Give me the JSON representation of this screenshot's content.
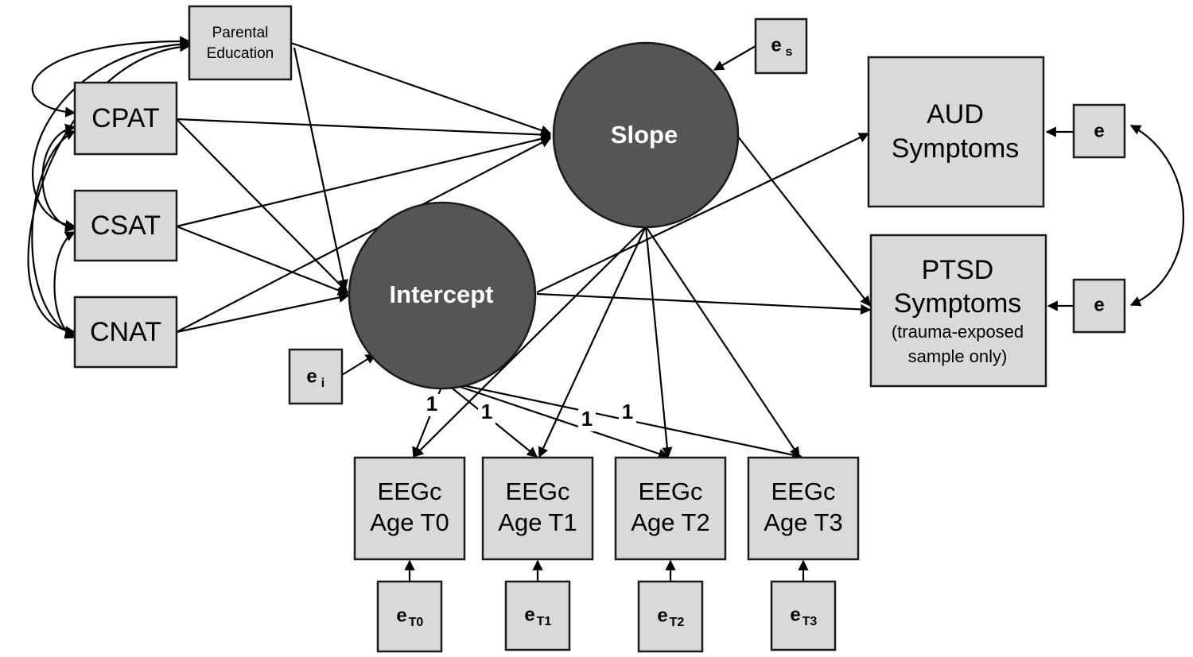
{
  "predictors": {
    "parental_education": [
      "Parental",
      "Education"
    ],
    "cpat": "CPAT",
    "csat": "CSAT",
    "cnat": "CNAT"
  },
  "latents": {
    "slope": "Slope",
    "intercept": "Intercept"
  },
  "outcomes": {
    "aud": [
      "AUD",
      "Symptoms"
    ],
    "ptsd": [
      "PTSD",
      "Symptoms",
      "(trauma-exposed",
      "sample only)"
    ]
  },
  "indicators": [
    {
      "line1": "EEGc",
      "line2": "Age T0",
      "error": "e",
      "error_sub": "T0"
    },
    {
      "line1": "EEGc",
      "line2": "Age T1",
      "error": "e",
      "error_sub": "T1"
    },
    {
      "line1": "EEGc",
      "line2": "Age T2",
      "error": "e",
      "error_sub": "T2"
    },
    {
      "line1": "EEGc",
      "line2": "Age T3",
      "error": "e",
      "error_sub": "T3"
    }
  ],
  "errors": {
    "slope": {
      "label": "e",
      "sub": "s"
    },
    "intercept": {
      "label": "e",
      "sub": "i"
    },
    "aud": "e",
    "ptsd": "e"
  },
  "loadings": [
    "1",
    "1",
    "1",
    "1"
  ]
}
